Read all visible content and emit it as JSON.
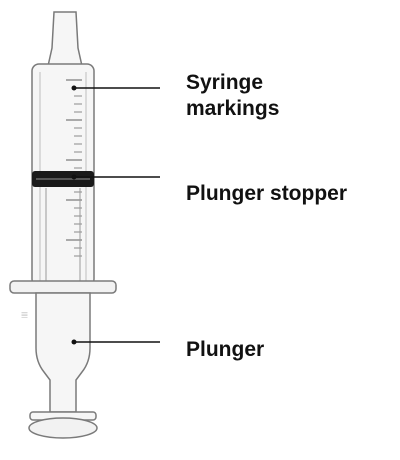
{
  "labels": {
    "syringe_markings_line1": "Syringe",
    "syringe_markings_line2": "markings",
    "plunger_stopper": "Plunger stopper",
    "plunger": "Plunger"
  },
  "colors": {
    "outline": "#7a7a7a",
    "barrel_fill": "#f6f6f6",
    "stopper": "#1a1a1a",
    "leader": "#111111",
    "text": "#111111"
  }
}
